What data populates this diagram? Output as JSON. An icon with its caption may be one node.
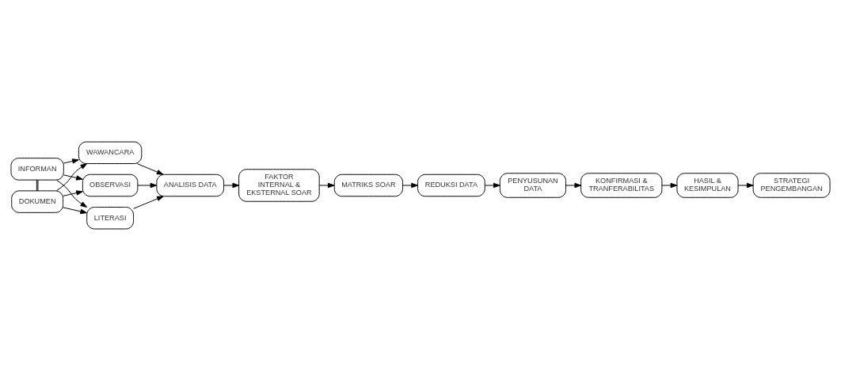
{
  "diagram": {
    "nodes": [
      {
        "text": [
          "INFORMAN"
        ]
      },
      {
        "text": [
          "DOKUMEN"
        ]
      },
      {
        "text": [
          "WAWANCARA"
        ]
      },
      {
        "text": [
          "OBSERVASI"
        ]
      },
      {
        "text": [
          "LITERASI"
        ]
      },
      {
        "text": [
          "ANALISIS DATA"
        ]
      },
      {
        "text": [
          "FAKTOR INTERNAL & EKSTERNAL SOAR"
        ]
      },
      {
        "text": [
          "MATRIKS SOAR"
        ]
      },
      {
        "text": [
          "REDUKSI DATA"
        ]
      },
      {
        "text": [
          "PENYUSUNAN DATA"
        ]
      },
      {
        "text": [
          "KONFIRMASI & TRANFERABILITAS"
        ]
      },
      {
        "text": [
          "HASIL & KESIMPULAN"
        ]
      },
      {
        "text": [
          "STRATEGI PENGEMBANGAN"
        ]
      }
    ],
    "edges": [
      {
        "from": 0,
        "to": 1,
        "arrow": "none"
      },
      {
        "from": 0,
        "to": 2,
        "arrow": "to"
      },
      {
        "from": 0,
        "to": 3,
        "arrow": "to"
      },
      {
        "from": 0,
        "to": 4,
        "arrow": "to"
      },
      {
        "from": 1,
        "to": 2,
        "arrow": "to"
      },
      {
        "from": 1,
        "to": 3,
        "arrow": "to"
      },
      {
        "from": 1,
        "to": 4,
        "arrow": "to"
      },
      {
        "from": 2,
        "to": 5,
        "arrow": "to"
      },
      {
        "from": 3,
        "to": 5,
        "arrow": "to"
      },
      {
        "from": 4,
        "to": 5,
        "arrow": "to"
      },
      {
        "from": 5,
        "to": 6,
        "arrow": "to"
      },
      {
        "from": 6,
        "to": 7,
        "arrow": "to"
      },
      {
        "from": 7,
        "to": 8,
        "arrow": "to"
      },
      {
        "from": 8,
        "to": 9,
        "arrow": "to"
      },
      {
        "from": 9,
        "to": 10,
        "arrow": "to"
      },
      {
        "from": 10,
        "to": 11,
        "arrow": "to"
      },
      {
        "from": 11,
        "to": 12,
        "arrow": "to"
      }
    ]
  }
}
